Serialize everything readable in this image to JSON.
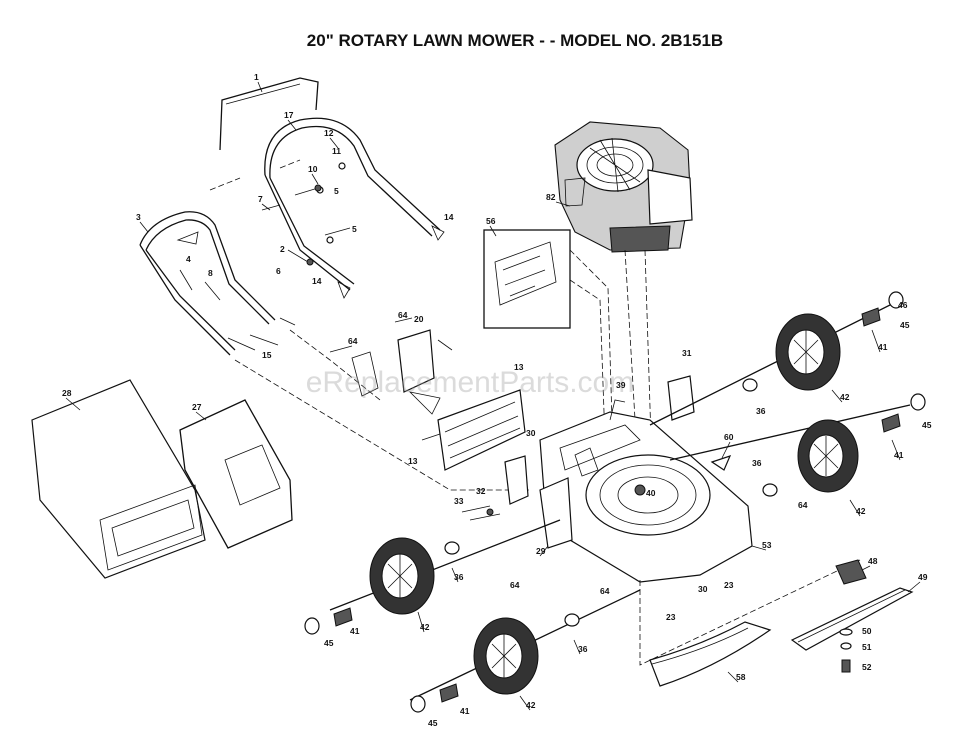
{
  "title": "20\" ROTARY LAWN MOWER - - MODEL NO. 2B151B",
  "watermark": "eReplacementParts.com",
  "labels": {
    "p1": "1",
    "p17": "17",
    "p12": "12",
    "p11": "11",
    "p10": "10",
    "p5a": "5",
    "p7": "7",
    "p3": "3",
    "p4": "4",
    "p2": "2",
    "p5b": "5",
    "p14a": "14",
    "p14b": "14",
    "p8": "8",
    "p6": "6",
    "p15": "15",
    "p56": "56",
    "p82": "82",
    "p64a": "64",
    "p20": "20",
    "p64b": "64",
    "p13a": "13",
    "p13b": "13",
    "p31": "31",
    "p39": "39",
    "p45a": "45",
    "p41a": "41",
    "p42a": "42",
    "p36a": "36",
    "p28": "28",
    "p27": "27",
    "p60": "60",
    "p45b": "45",
    "p41b": "41",
    "p36b": "36",
    "p32": "32",
    "p30a": "30",
    "p40": "40",
    "p42b": "42",
    "p33": "33",
    "p64c": "64",
    "p53": "53",
    "p29": "29",
    "p36c": "36",
    "p64d": "64",
    "p48": "48",
    "p64e": "64",
    "p30b": "30",
    "p23a": "23",
    "p49": "49",
    "p23b": "23",
    "p45c": "45",
    "p41c": "41",
    "p42c": "42",
    "p36d": "36",
    "p50": "50",
    "p51": "51",
    "p52": "52",
    "p58": "58",
    "p42d": "42",
    "p45d": "45",
    "p41d": "41",
    "p46": "46"
  }
}
